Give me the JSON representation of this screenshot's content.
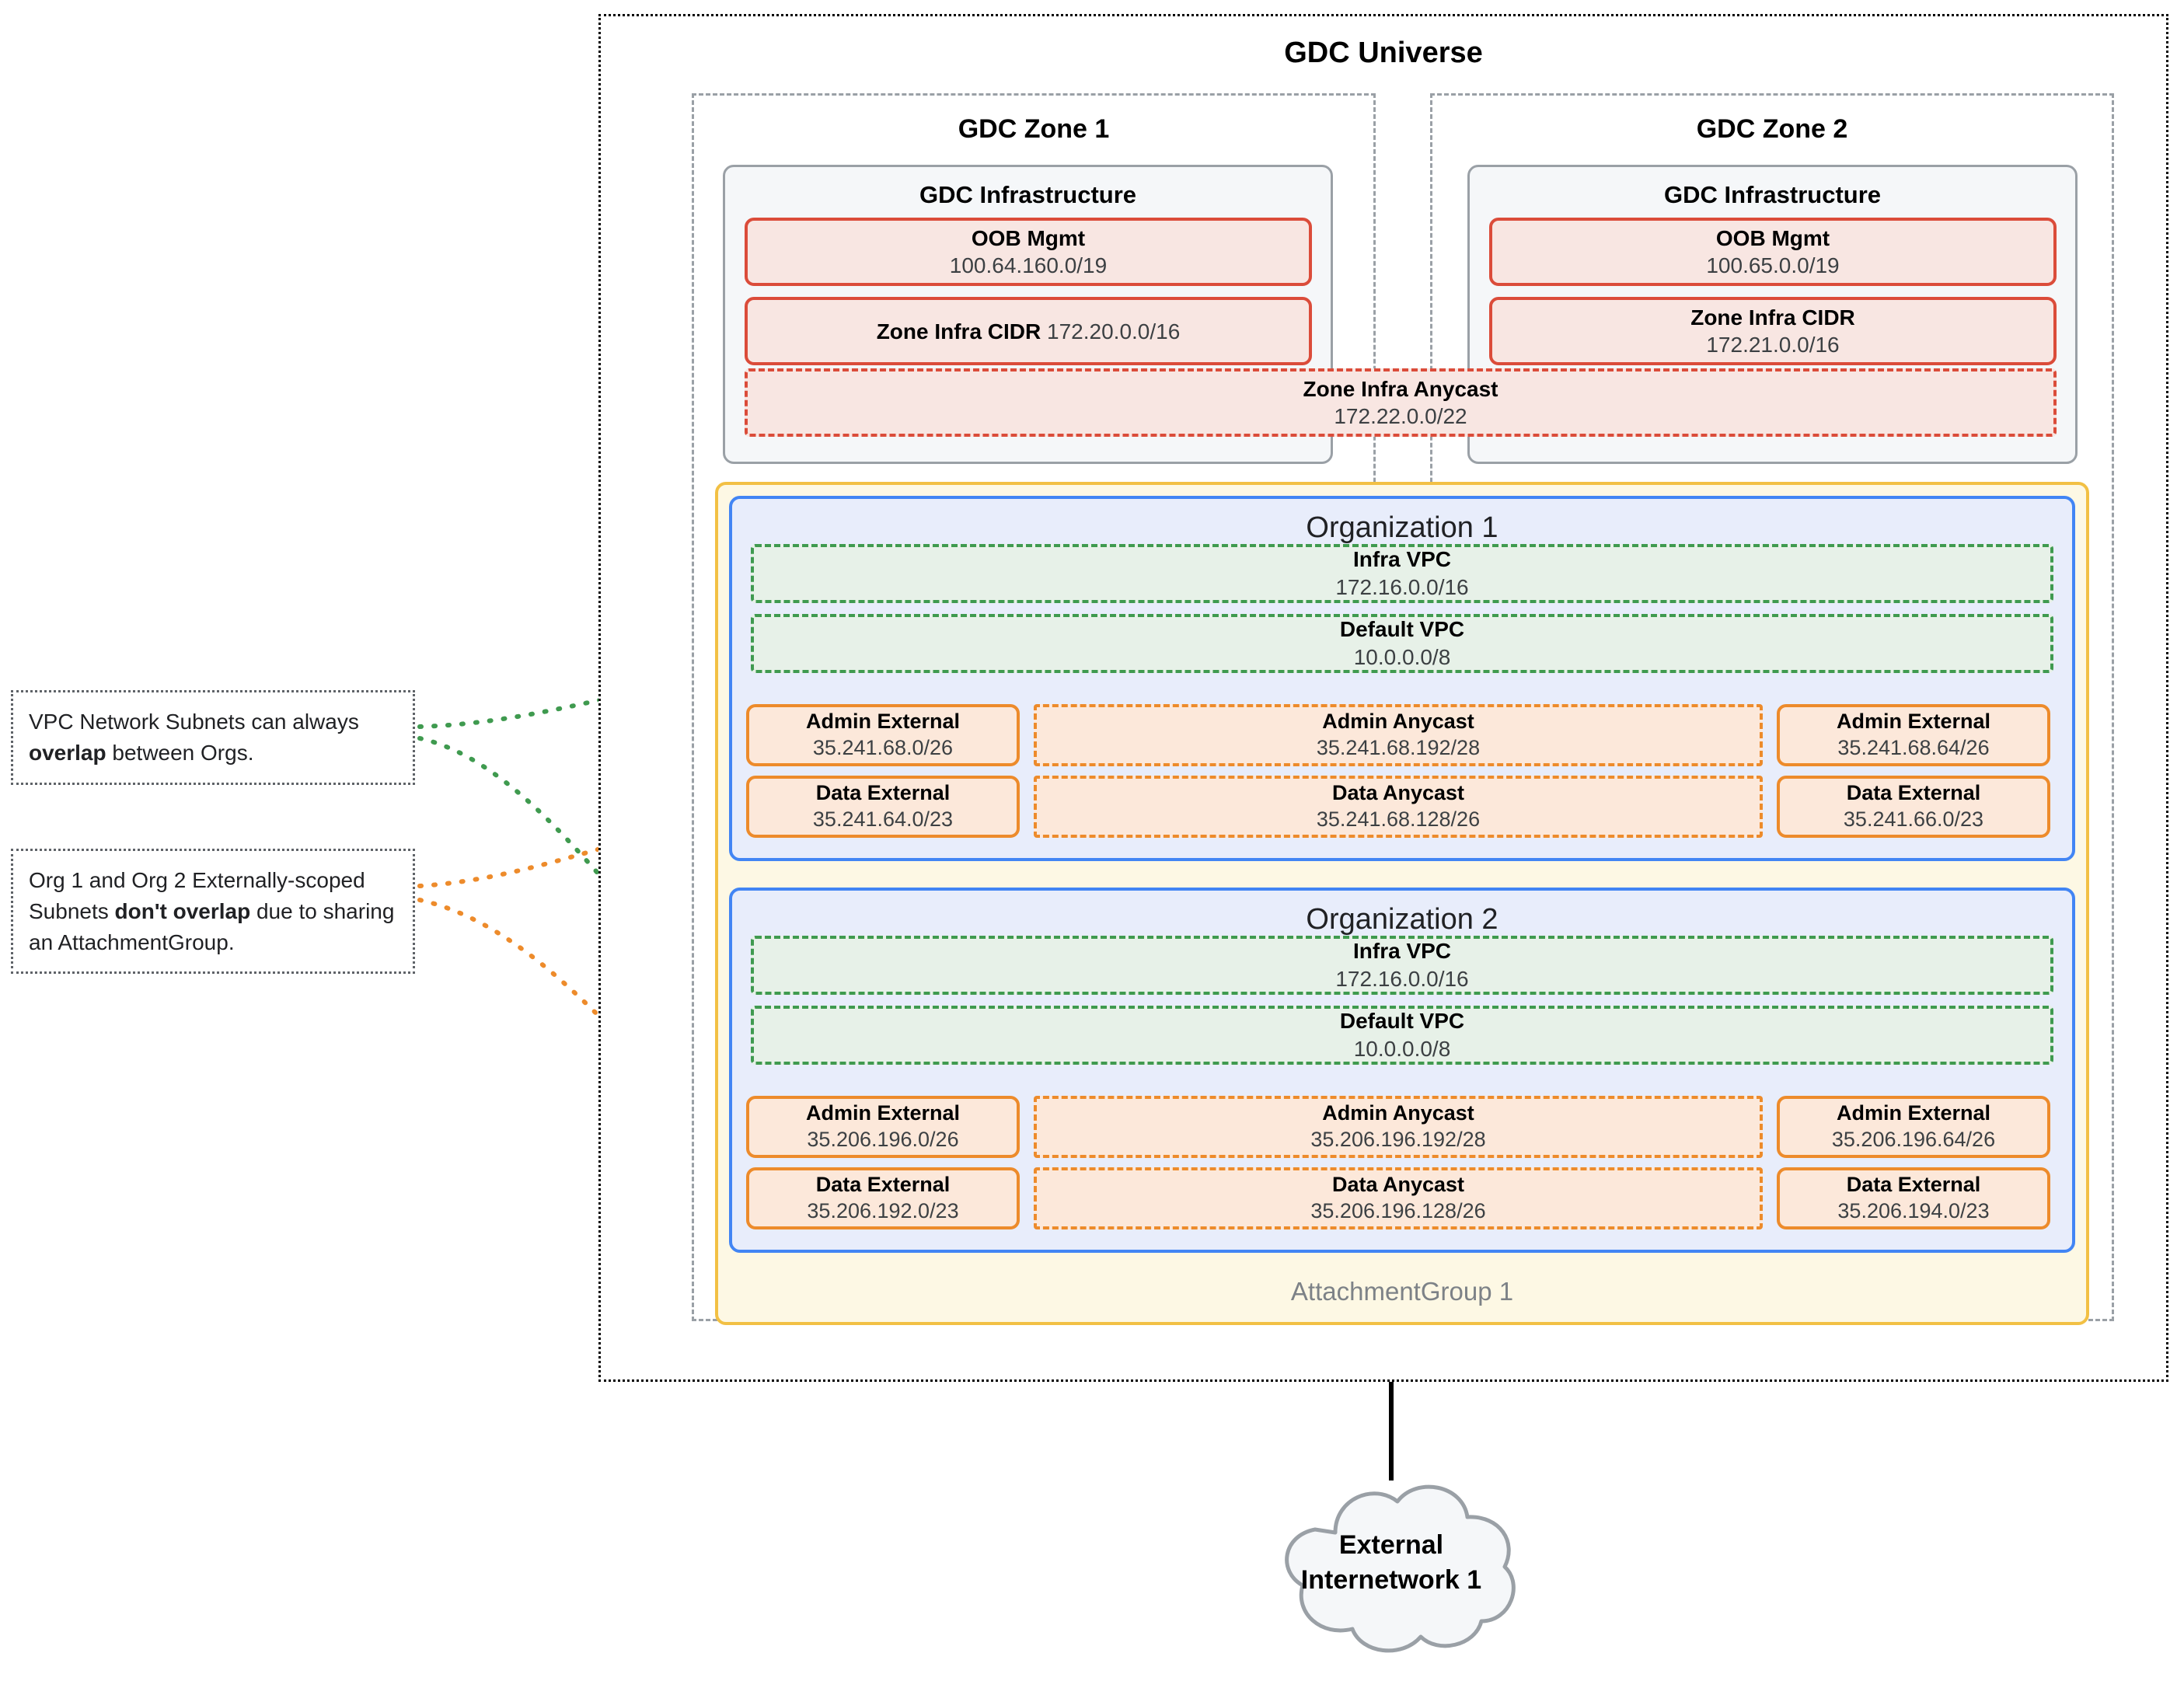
{
  "universe": {
    "title": "GDC Universe"
  },
  "zones": [
    {
      "title": "GDC Zone 1",
      "infra_title": "GDC Infrastructure",
      "oob": {
        "label": "OOB Mgmt",
        "cidr": "100.64.160.0/19"
      },
      "zone_infra_cidr": {
        "label": "Zone Infra CIDR",
        "cidr": "172.20.0.0/16",
        "inline": true
      }
    },
    {
      "title": "GDC Zone 2",
      "infra_title": "GDC Infrastructure",
      "oob": {
        "label": "OOB Mgmt",
        "cidr": "100.65.0.0/19"
      },
      "zone_infra_cidr": {
        "label": "Zone Infra CIDR",
        "cidr": "172.21.0.0/16",
        "inline": false
      }
    }
  ],
  "zone_infra_anycast": {
    "label": "Zone Infra Anycast",
    "cidr": "172.22.0.0/22"
  },
  "attachment_group": {
    "label": "AttachmentGroup 1"
  },
  "orgs": [
    {
      "title": "Organization 1",
      "infra_vpc": {
        "label": "Infra VPC",
        "cidr": "172.16.0.0/16"
      },
      "default_vpc": {
        "label": "Default VPC",
        "cidr": "10.0.0.0/8"
      },
      "admin_external_left": {
        "label": "Admin External",
        "cidr": "35.241.68.0/26"
      },
      "admin_anycast": {
        "label": "Admin Anycast",
        "cidr": "35.241.68.192/28"
      },
      "admin_external_right": {
        "label": "Admin External",
        "cidr": "35.241.68.64/26"
      },
      "data_external_left": {
        "label": "Data External",
        "cidr": "35.241.64.0/23"
      },
      "data_anycast": {
        "label": "Data Anycast",
        "cidr": "35.241.68.128/26"
      },
      "data_external_right": {
        "label": "Data External",
        "cidr": "35.241.66.0/23"
      }
    },
    {
      "title": "Organization 2",
      "infra_vpc": {
        "label": "Infra VPC",
        "cidr": "172.16.0.0/16"
      },
      "default_vpc": {
        "label": "Default VPC",
        "cidr": "10.0.0.0/8"
      },
      "admin_external_left": {
        "label": "Admin External",
        "cidr": "35.206.196.0/26"
      },
      "admin_anycast": {
        "label": "Admin Anycast",
        "cidr": "35.206.196.192/28"
      },
      "admin_external_right": {
        "label": "Admin External",
        "cidr": "35.206.196.64/26"
      },
      "data_external_left": {
        "label": "Data External",
        "cidr": "35.206.192.0/23"
      },
      "data_anycast": {
        "label": "Data Anycast",
        "cidr": "35.206.196.128/26"
      },
      "data_external_right": {
        "label": "Data External",
        "cidr": "35.206.194.0/23"
      }
    }
  ],
  "annotations": {
    "overlap": {
      "part1": "VPC Network Subnets can always ",
      "bold": "overlap",
      "part2": " between Orgs."
    },
    "no_overlap": {
      "part1": "Org 1 and Org 2 Externally-scoped Subnets ",
      "bold": "don't overlap",
      "part2": " due to sharing an AttachmentGroup."
    }
  },
  "external_network": {
    "label_line1": "External",
    "label_line2": "Internetwork 1"
  },
  "colors": {
    "universe_border": "#000000",
    "zone_border": "#9aa0a6",
    "infra_border": "#9aa0a6",
    "red": "#db4c3a",
    "red_fill": "#f8e6e2",
    "yellow": "#f2c044",
    "yellow_fill": "#fdf8e4",
    "blue": "#4285f4",
    "blue_fill": "#e8edfb",
    "green": "#3f9a4f",
    "green_fill": "#e7f1e8",
    "orange": "#ed8b2b",
    "orange_fill": "#fce8da",
    "cloud_fill": "#f5f7f9",
    "cloud_border": "#9aa0a6"
  }
}
